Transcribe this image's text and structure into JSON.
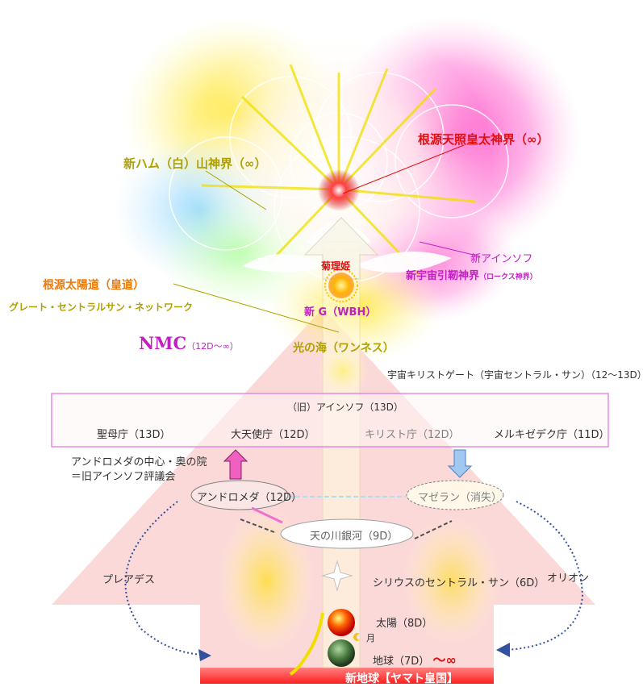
{
  "top_labels": {
    "kongen": "根源天照皇太神界（∞）",
    "new_ham": "新ハム（白）山神界（∞）",
    "new_ainsof": "新アインソフ",
    "new_uchu": "新宇宙引靭神界",
    "rokusu": "（ロークス神界）",
    "kukurihime": "菊理姫",
    "new_g": "新 G（WBH）",
    "kongen_taiyo": "根源太陽道（皇道）",
    "great_central": "グレート・セントラルサン・ネットワーク",
    "nmc": "NMC",
    "nmc_sub": "（12D～∞）",
    "hikari_no_umi": "光の海（ワンネス）",
    "uchu_christ_gate": "宇宙キリストゲート（宇宙セントラル・サン）（12～13D）"
  },
  "council_box": {
    "title": "（旧）アインソフ（13D）",
    "items": [
      "聖母庁（13D）",
      "大天使庁（12D）",
      "キリスト庁（12D）",
      "メルキゼデク庁（11D）"
    ]
  },
  "andromeda_note": [
    "アンドロメダの中心・奥の院",
    "＝旧アインソフ評議会"
  ],
  "galaxies": {
    "andromeda": "アンドロメダ（12D）",
    "magellan": "マゼラン（消失）",
    "milky_way": "天の川銀河（9D）",
    "sirius": "シリウスのセントラル・サン（6D）",
    "pleiades": "プレアデス",
    "orion": "オリオン"
  },
  "bodies": {
    "sun": "太陽（8D）",
    "moon": "月",
    "earth": "地球（7D）",
    "earth_suffix": "～∞",
    "new_earth": "新地球【ヤマト皇国】"
  },
  "colors": {
    "red_label": "#e01010",
    "olive_label": "#b0a000",
    "magenta_label": "#c020c0",
    "orange_label": "#e87a10",
    "box_border": "#e070e0",
    "arrow_pink": "#f060c0",
    "arrow_blue": "#80b0e0",
    "dotted_blue": "#3050a0",
    "house_fill": "#fbd2d2"
  }
}
